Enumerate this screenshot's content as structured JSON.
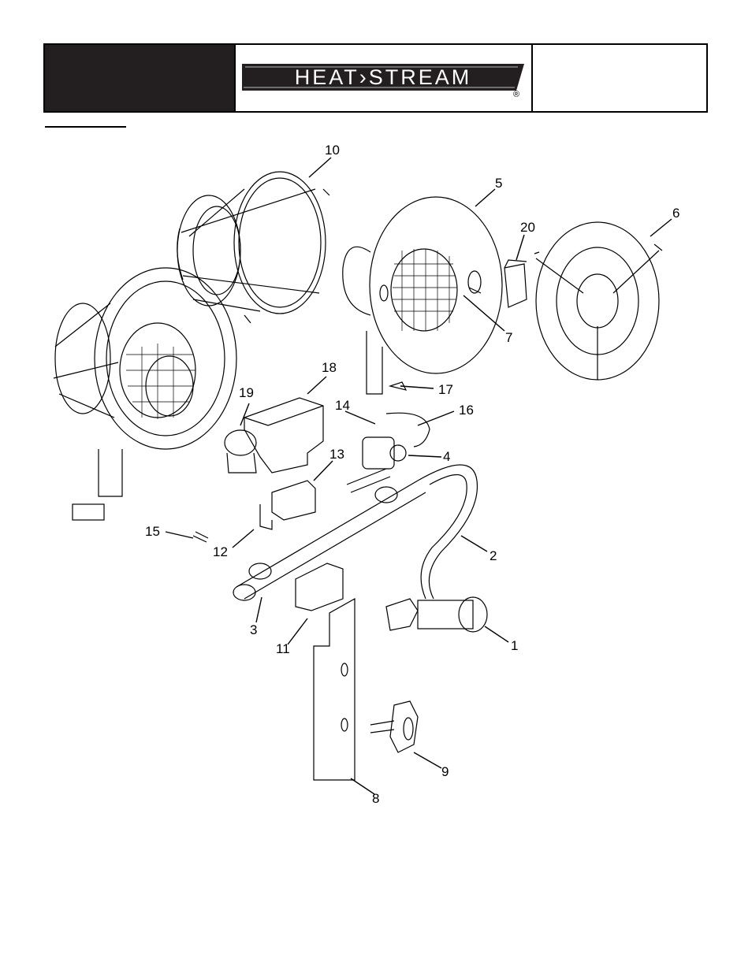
{
  "header": {
    "logo_text": "HEAT›STREAM",
    "registered_mark": "®"
  },
  "diagram": {
    "callouts": [
      "1",
      "2",
      "3",
      "4",
      "5",
      "6",
      "7",
      "8",
      "9",
      "10",
      "11",
      "12",
      "13",
      "14",
      "15",
      "16",
      "17",
      "18",
      "19",
      "20"
    ]
  }
}
